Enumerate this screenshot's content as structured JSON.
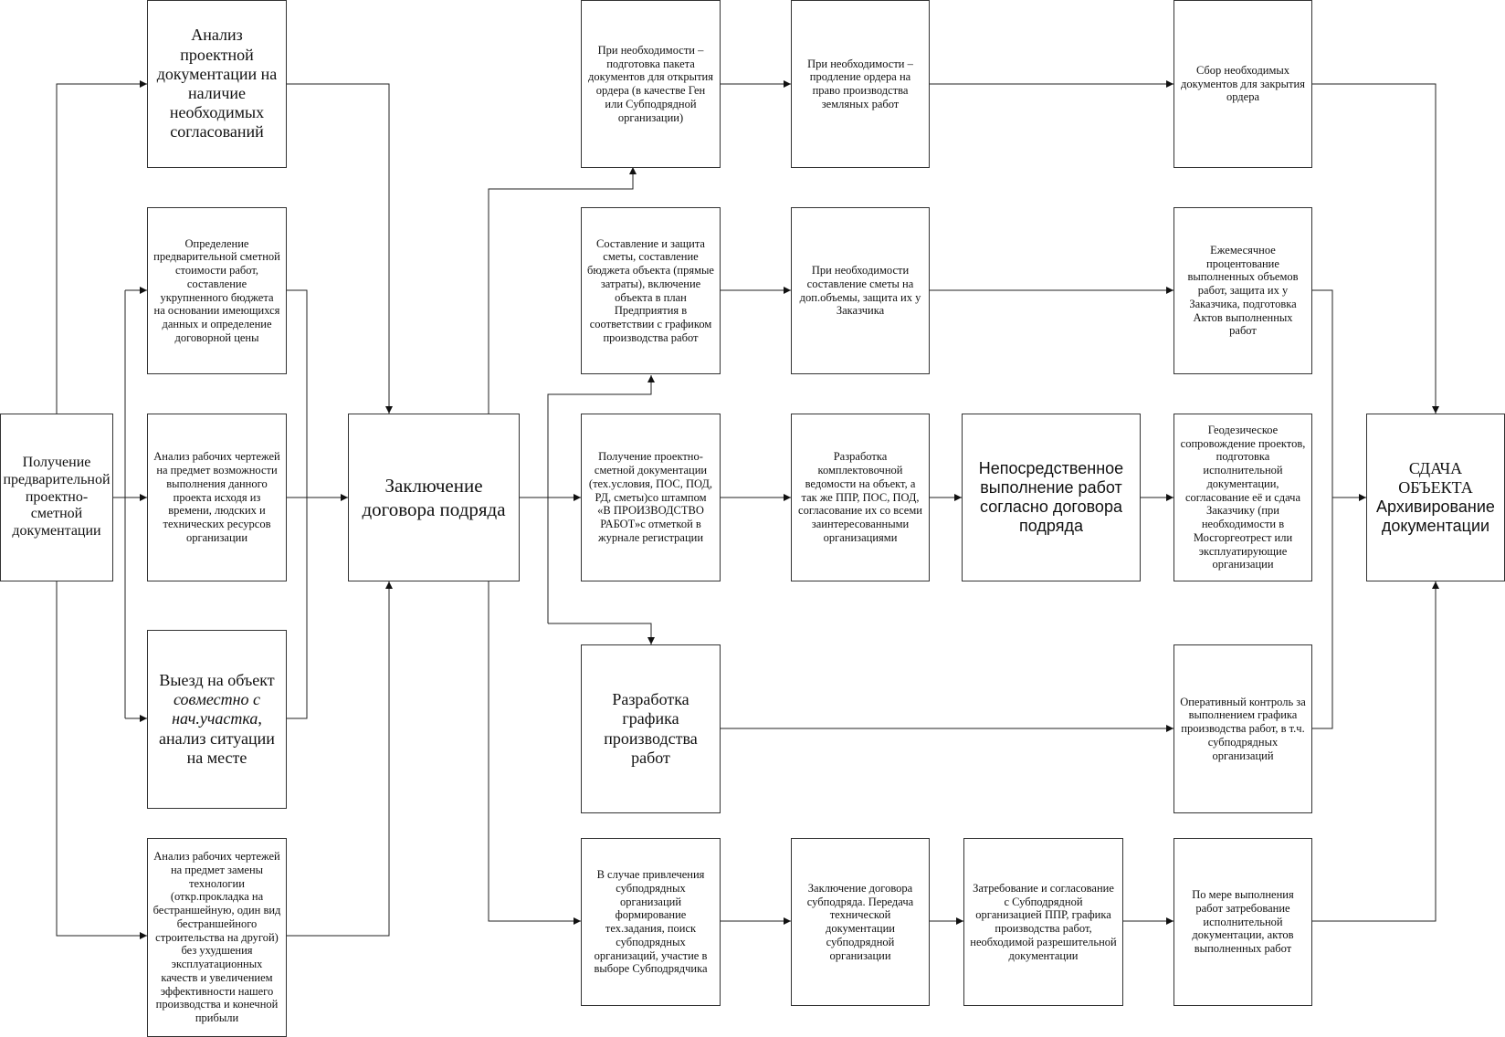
{
  "diagram": {
    "boxes": {
      "get_docs": "Получение предварительной проектно-сметной документации",
      "analysis_approvals": "Анализ проектной документации на наличие необходимых согласований",
      "estimate_prelim": "Определение предварительной сметной стоимости работ, составление укрупненного бюджета на основании имеющихся данных и определение договорной цены",
      "analysis_drawings": "Анализ рабочих чертежей на предмет возможности выполнения данного проекта исходя из времени, людских и технических ресурсов организации",
      "site_visit_1": "Выезд на объект",
      "site_visit_2": "совместно с нач.участка",
      "site_visit_3": ", анализ ситуации на месте",
      "analysis_technology": "Анализ рабочих чертежей на предмет замены технологии (откр.прокладка на бестраншейную, один вид бестраншейного строительства на другой) без ухудшения эксплуатационных качеств и увеличением эффективности нашего производства и конечной прибыли",
      "contract": "Заключение договора подряда",
      "order_package": "При необходимости – подготовка пакета документов для открытия ордера (в качестве Ген или Субподрядной организации)",
      "estimate_budget": "Составление и защита сметы, составление бюджета объекта (прямые затраты), включение объекта в план Предприятия в соответствии с графиком производства работ",
      "receive_docs": "Получение проектно-сметной документации (тех.условия, ПОС, ПОД, РД, сметы)со штампом «В ПРОИЗВОДСТВО РАБОТ»с  отметкой в журнале регистрации",
      "schedule": "Разработка графика производства работ",
      "subcontractors": "В случае привлечения субподрядных организаций формирование тех.задания, поиск субподрядных организаций, участие в выборе Субподрядчика",
      "order_extend": "При необходимости – продление ордера на право производства земляных работ",
      "extra_estimate": "При необходимости составление сметы на доп.объемы, защита их у Заказчика",
      "statement": "Разработка комплектовочной ведомости на объект, а так же ППР, ПОС, ПОД, согласование их со всеми заинтересованными организациями",
      "sub_contract": "Заключение договора субподряда. Передача технической документации субподрядной организации",
      "execution": "Непосредственное выполнение работ согласно договора подряда",
      "request_ppr": "Затребование и согласование с Субподрядной организацией ППР, графика производства работ, необходимой разрешительной документации",
      "close_order": "Сбор необходимых документов для закрытия ордера",
      "monthly": "Ежемесячное процентование выполненных объемов работ, защита их у Заказчика, подготовка Актов выполненных работ",
      "geodetic": "Геодезическое сопровождение проектов, подготовка исполнительной документации, согласование её и сдача Заказчику (при необходимости в Мосгоргеотрест или эксплуатирующие организации",
      "control": "Оперативный контроль за выполнением графика производства работ, в т.ч. субподрядных организаций",
      "exec_docs": "По мере выполнения работ затребование исполнительной документации, актов выполненных работ",
      "handover_1": "СДАЧА ОБЪЕКТА",
      "handover_2": "Архивирование документации"
    }
  }
}
